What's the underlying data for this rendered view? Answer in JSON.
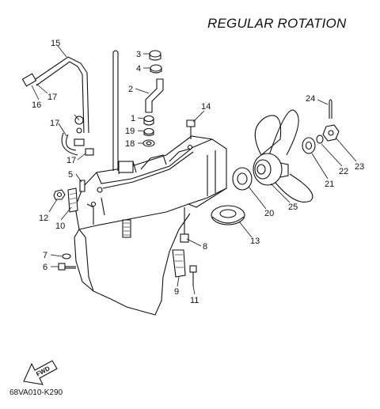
{
  "title": "REGULAR ROTATION",
  "diagram_code": "68VA010-K290",
  "fwd_label": "FWD",
  "callouts": [
    "1",
    "2",
    "3",
    "4",
    "5",
    "6",
    "7",
    "8",
    "9",
    "10",
    "11",
    "12",
    "13",
    "14",
    "15",
    "16",
    "17",
    "17",
    "17",
    "18",
    "19",
    "20",
    "21",
    "22",
    "23",
    "24",
    "25"
  ],
  "chart_data": {
    "type": "exploded-parts-diagram",
    "title": "REGULAR ROTATION",
    "part_numbers": [
      1,
      2,
      3,
      4,
      5,
      6,
      7,
      8,
      9,
      10,
      11,
      12,
      13,
      14,
      15,
      16,
      17,
      18,
      19,
      20,
      21,
      22,
      23,
      24,
      25
    ],
    "reference": "68VA010-K290"
  }
}
